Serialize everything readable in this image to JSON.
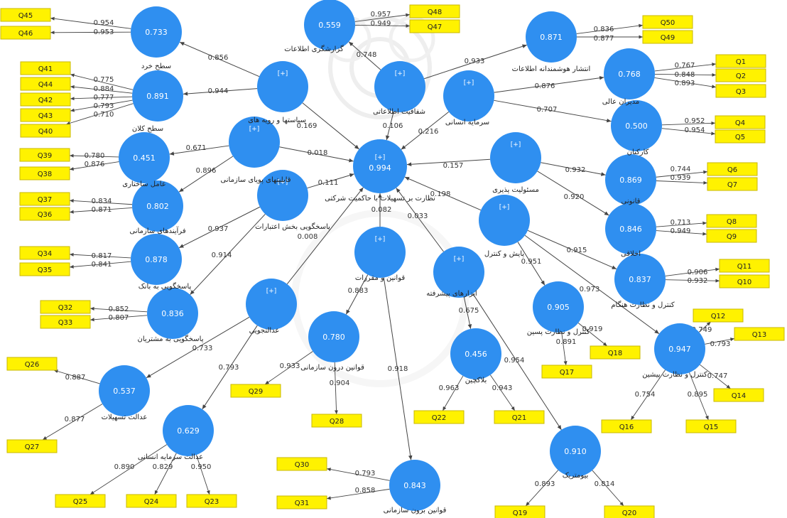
{
  "nodes": {
    "n733": {
      "value": "0.733",
      "label": "سطح خرد"
    },
    "n891": {
      "value": "0.891",
      "label": "سطح کلان"
    },
    "n451": {
      "value": "0.451",
      "label": "عامل ساختاری"
    },
    "n802": {
      "value": "0.802",
      "label": "فرآیندهای سازمانی"
    },
    "n878": {
      "value": "0.878",
      "label": "پاسخگویی به بانک"
    },
    "n836": {
      "value": "0.836",
      "label": "پاسخگویی به مشتریان"
    },
    "n537": {
      "value": "0.537",
      "label": "عدالت تسهیلات"
    },
    "n629": {
      "value": "0.629",
      "label": "عدالت سرمایه انسانی"
    },
    "siasat": {
      "plus": "[+]",
      "label": "سیاستها و رویه های"
    },
    "ghabel": {
      "plus": "[+]",
      "label": "قابلیتهای پویای سازمانی"
    },
    "pasokh": {
      "plus": "[+]",
      "label": "پاسخگویی بخش اعتبارات"
    },
    "edalat": {
      "plus": "[+]",
      "label": "عدالتجویی"
    },
    "n559": {
      "value": "0.559",
      "label": "گزارشگری اطلاعات"
    },
    "shaf": {
      "plus": "[+]",
      "label": "شفافیت اطلاعاتی"
    },
    "n871": {
      "value": "0.871",
      "label": "انتشار هوشمندانه اطلاعات"
    },
    "center": {
      "plus": "[+]",
      "value": "0.994",
      "label": "نظارت بر تسهیلات با حاکمیت شرکتی"
    },
    "sarmaye": {
      "plus": "[+]",
      "label": "سرمایه انسانی"
    },
    "n768": {
      "value": "0.768",
      "label": "مدیران عالی"
    },
    "n500": {
      "value": "0.500",
      "label": "کارکنان"
    },
    "masool": {
      "plus": "[+]",
      "label": "مسئولیت پذیری"
    },
    "n869": {
      "value": "0.869",
      "label": "قانونی"
    },
    "n846": {
      "value": "0.846",
      "label": "اخلاقی"
    },
    "payesh": {
      "plus": "[+]",
      "label": "پایش و کنترل"
    },
    "n837": {
      "value": "0.837",
      "label": "کنترل و نظارت هنگام"
    },
    "n905": {
      "value": "0.905",
      "label": "کنترل و نظارت پسین"
    },
    "n947": {
      "value": "0.947",
      "label": "کنترل و نظارت پیشین"
    },
    "ghavanin": {
      "plus": "[+]",
      "label": "قوانین و مقررات"
    },
    "abzar": {
      "plus": "[+]",
      "label": "ابزارهای پیشرفته"
    },
    "n780": {
      "value": "0.780",
      "label": "قوانین درون سازمانی"
    },
    "n456": {
      "value": "0.456",
      "label": "بلاکچین"
    },
    "n843": {
      "value": "0.843",
      "label": "قوانین برون سازمانی"
    },
    "n910": {
      "value": "0.910",
      "label": "بیومتریک"
    }
  },
  "path_coefficients": {
    "siasat_center": "0.169",
    "ghabel_center": "0.018",
    "pasokh_center": "0.111",
    "edalat_center": "0.008",
    "shaf_center": "0.106",
    "sarmaye_center": "0.216",
    "masool_center": "0.157",
    "payesh_center": "0.198",
    "ghavanin_center": "0.082",
    "abzar_center": "0.033",
    "siasat_733": "0.856",
    "siasat_891": "0.944",
    "ghabel_451": "0.671",
    "ghabel_802": "0.896",
    "pasokh_878": "0.937",
    "pasokh_836": "0.914",
    "edalat_537": "0.733",
    "edalat_629": "0.793",
    "shaf_559": "0.748",
    "shaf_871": "0.933",
    "sarmaye_768": "0.876",
    "sarmaye_500": "0.707",
    "masool_869": "0.932",
    "masool_846": "0.920",
    "payesh_837": "0.915",
    "payesh_905": "0.951",
    "payesh_947": "0.973",
    "ghavanin_780": "0.883",
    "ghavanin_843": "0.918",
    "abzar_456": "0.675",
    "abzar_910": "0.954"
  },
  "indicators": {
    "Q45": {
      "label": "Q45",
      "loading": "0.954"
    },
    "Q46": {
      "label": "Q46",
      "loading": "0.953"
    },
    "Q48": {
      "label": "Q48",
      "loading": "0.957"
    },
    "Q47": {
      "label": "Q47",
      "loading": "0.949"
    },
    "Q50": {
      "label": "Q50",
      "loading": "0.836"
    },
    "Q49": {
      "label": "Q49",
      "loading": "0.877"
    },
    "Q41": {
      "label": "Q41",
      "loading": "0.775"
    },
    "Q44": {
      "label": "Q44",
      "loading": "0.884"
    },
    "Q42": {
      "label": "Q42",
      "loading": "0.777"
    },
    "Q43": {
      "label": "Q43",
      "loading": "0.793"
    },
    "Q40": {
      "label": "Q40",
      "loading": "0.710"
    },
    "Q1": {
      "label": "Q1",
      "loading": "0.767"
    },
    "Q2": {
      "label": "Q2",
      "loading": "0.848"
    },
    "Q3": {
      "label": "Q3",
      "loading": "0.893"
    },
    "Q4": {
      "label": "Q4",
      "loading": "0.952"
    },
    "Q5": {
      "label": "Q5",
      "loading": "0.954"
    },
    "Q39": {
      "label": "Q39",
      "loading": "0.780"
    },
    "Q38": {
      "label": "Q38",
      "loading": "0.876"
    },
    "Q6": {
      "label": "Q6",
      "loading": "0.744"
    },
    "Q7": {
      "label": "Q7",
      "loading": "0.939"
    },
    "Q37": {
      "label": "Q37",
      "loading": "0.834"
    },
    "Q36": {
      "label": "Q36",
      "loading": "0.871"
    },
    "Q8": {
      "label": "Q8",
      "loading": "0.713"
    },
    "Q9": {
      "label": "Q9",
      "loading": "0.949"
    },
    "Q34": {
      "label": "Q34",
      "loading": "0.817"
    },
    "Q35": {
      "label": "Q35",
      "loading": "0.841"
    },
    "Q11": {
      "label": "Q11",
      "loading": "0.906"
    },
    "Q10": {
      "label": "Q10",
      "loading": "0.932"
    },
    "Q32": {
      "label": "Q32",
      "loading": "0.852"
    },
    "Q33": {
      "label": "Q33",
      "loading": "0.807"
    },
    "Q12": {
      "label": "Q12",
      "loading": "0.749"
    },
    "Q13": {
      "label": "Q13",
      "loading": "0.793"
    },
    "Q18": {
      "label": "Q18",
      "loading": "0.919"
    },
    "Q17": {
      "label": "Q17",
      "loading": "0.891"
    },
    "Q14": {
      "label": "Q14",
      "loading": "0.747"
    },
    "Q16": {
      "label": "Q16",
      "loading": "0.754"
    },
    "Q15": {
      "label": "Q15",
      "loading": "0.895"
    },
    "Q26": {
      "label": "Q26",
      "loading": "0.887"
    },
    "Q27": {
      "label": "Q27",
      "loading": "0.877"
    },
    "Q29": {
      "label": "Q29",
      "loading": "0.933"
    },
    "Q28": {
      "label": "Q28",
      "loading": "0.904"
    },
    "Q22": {
      "label": "Q22",
      "loading": "0.963"
    },
    "Q21": {
      "label": "Q21",
      "loading": "0.943"
    },
    "Q25": {
      "label": "Q25",
      "loading": "0.890"
    },
    "Q24": {
      "label": "Q24",
      "loading": "0.829"
    },
    "Q23": {
      "label": "Q23",
      "loading": "0.950"
    },
    "Q30": {
      "label": "Q30",
      "loading": "0.793"
    },
    "Q31": {
      "label": "Q31",
      "loading": "0.858"
    },
    "Q19": {
      "label": "Q19",
      "loading": "0.893"
    },
    "Q20": {
      "label": "Q20",
      "loading": "0.814"
    }
  },
  "colors": {
    "node": "#2f8ff0",
    "indicator_fill": "#fff200",
    "indicator_border": "#c9b800",
    "arrow": "#444444",
    "watermark": "#d8d8d8"
  }
}
